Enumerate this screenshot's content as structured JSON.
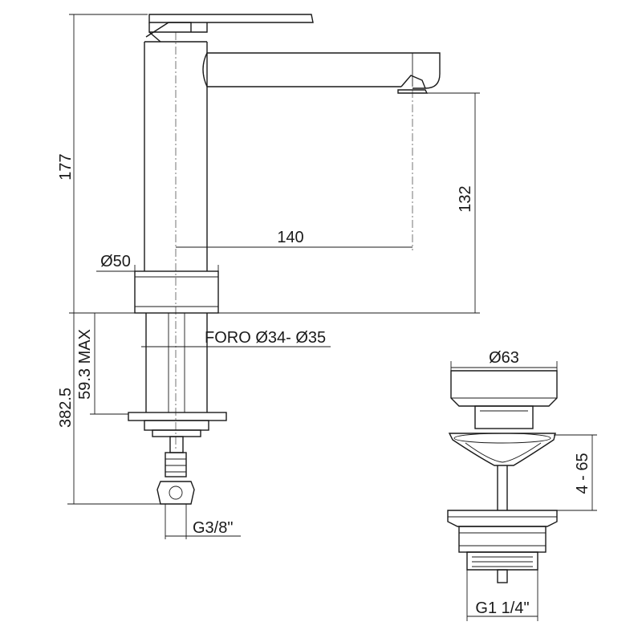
{
  "dimensions": {
    "height_total": "177",
    "spout_height": "132",
    "spout_reach": "140",
    "base_diameter": "Ø50",
    "hole_diameter": "FORO Ø34- Ø35",
    "deck_thickness_max": "59.3 MAX",
    "hose_length": "382.5",
    "hose_thread": "G3/8\"",
    "waste_cap_diameter": "Ø63",
    "waste_range": "4 - 65",
    "waste_thread": "G1 1/4\""
  }
}
